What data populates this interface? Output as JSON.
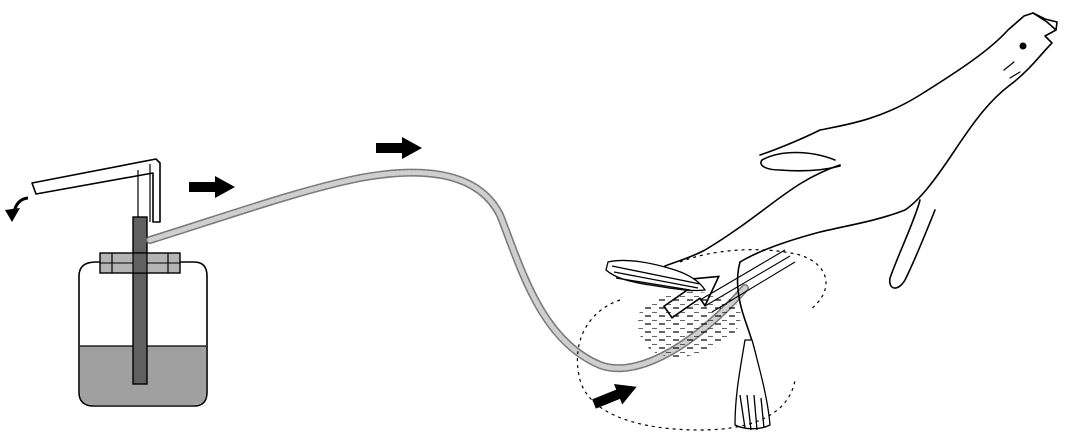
{
  "colors": {
    "background": "#ffffff",
    "outline": "#000000",
    "liquid": "#a0a0a0",
    "tube": "#b4b4b4",
    "pump_rod": "#606060",
    "arrow": "#000000"
  },
  "diagram": {
    "components": [
      "pump-handle",
      "rotate-arrow-icon",
      "pump-rod",
      "container",
      "liquid",
      "cap-clamp",
      "hose",
      "flow-arrow-icon",
      "animal-silhouette",
      "flipper",
      "incision-area",
      "tail-flukes"
    ],
    "flow_arrows": 4
  }
}
